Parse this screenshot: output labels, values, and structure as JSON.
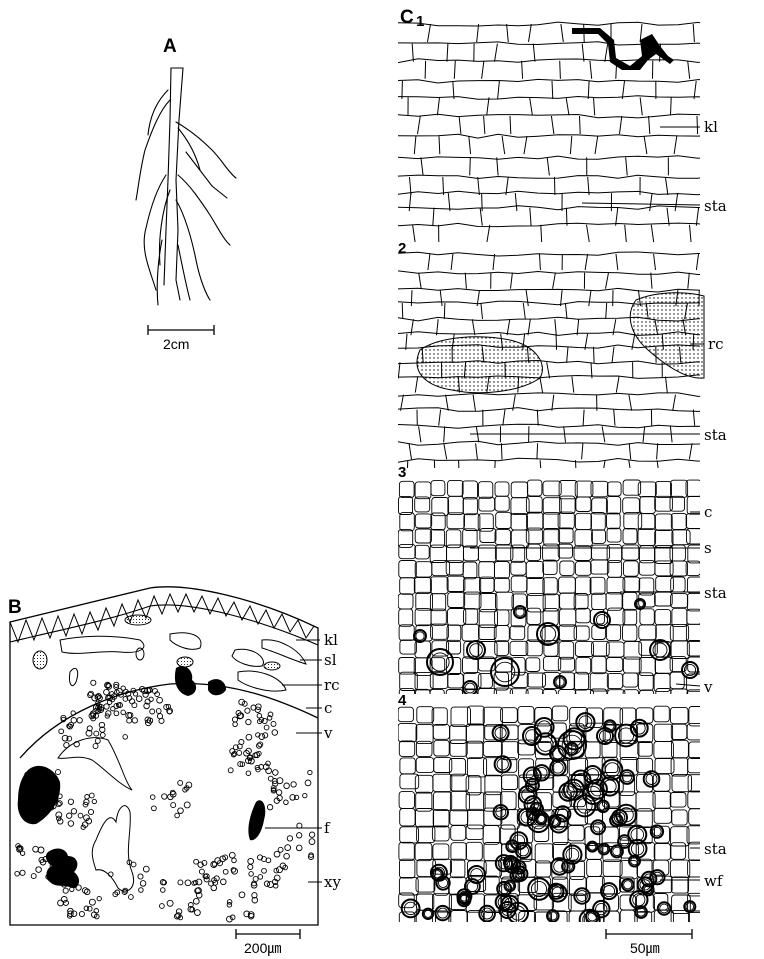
{
  "panels": {
    "a": {
      "label": "A",
      "scale": "2cm"
    },
    "b": {
      "label": "B",
      "scale": "200㎛",
      "labels": {
        "kl": "kl",
        "sl": "sl",
        "rc": "rc",
        "c": "c",
        "v": "v",
        "f": "f",
        "xy": "xy"
      }
    },
    "c": {
      "label": "C",
      "scale": "50㎛",
      "sub1": {
        "number": "1",
        "labels": {
          "kl": "kl",
          "sta": "sta"
        }
      },
      "sub2": {
        "number": "2",
        "labels": {
          "rc": "rc",
          "sta": "sta"
        }
      },
      "sub3": {
        "number": "3",
        "labels": {
          "c": "c",
          "s": "s",
          "sta": "sta",
          "v": "v"
        }
      },
      "sub4": {
        "number": "4",
        "labels": {
          "sta": "sta",
          "wf": "wf"
        }
      }
    }
  }
}
